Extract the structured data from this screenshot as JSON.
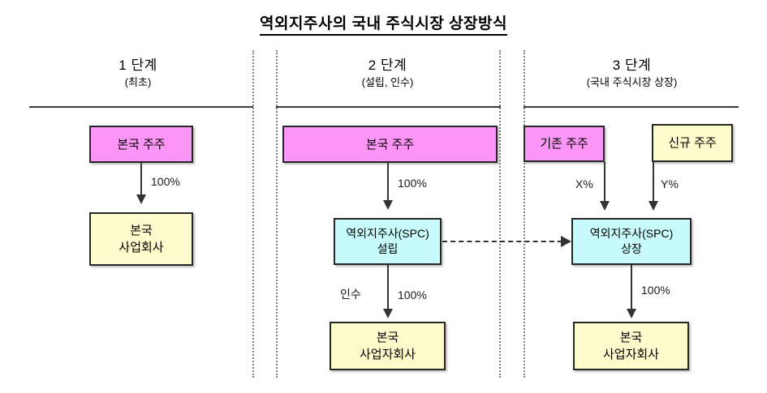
{
  "title": "역외지주사의 국내 주식시장 상장방식",
  "colors": {
    "shareholder_pink": "#FB96F6",
    "company_yellow": "#FBFBCC",
    "spc_cyan": "#C8FCFC",
    "border": "#262626",
    "arrow": "#333333",
    "divider": "#808080",
    "rule": "#3A3A3A"
  },
  "stages": [
    {
      "main": "1 단계",
      "sub": "(최초)"
    },
    {
      "main": "2 단계",
      "sub": "(설립, 인수)"
    },
    {
      "main": "3 단계",
      "sub": "(국내 주식시장 상장)"
    }
  ],
  "stage1": {
    "shareholder": {
      "line1": "본국 주주"
    },
    "company": {
      "line1": "본국",
      "line2": "사업회사"
    },
    "edge": {
      "percent": "100%"
    }
  },
  "stage2": {
    "shareholder": {
      "line1": "본국 주주"
    },
    "spc": {
      "line1": "역외지주사(SPC)",
      "line2": "설립"
    },
    "company": {
      "line1": "본국",
      "line2": "사업자회사"
    },
    "edge_top": {
      "percent": "100%"
    },
    "edge_bottom": {
      "action": "인수",
      "percent": "100%"
    }
  },
  "stage3": {
    "existing_shareholder": {
      "line1": "기존 주주"
    },
    "new_shareholder": {
      "line1": "신규 주주"
    },
    "spc": {
      "line1": "역외지주사(SPC)",
      "line2": "상장"
    },
    "company": {
      "line1": "본국",
      "line2": "사업자회사"
    },
    "edge_existing": {
      "percent": "X%"
    },
    "edge_new": {
      "percent": "Y%"
    },
    "edge_bottom": {
      "percent": "100%"
    }
  }
}
